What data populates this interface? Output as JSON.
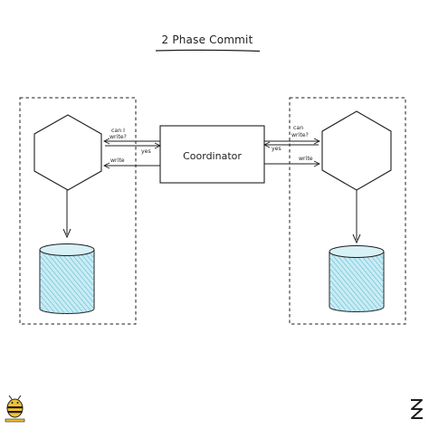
{
  "title": "2 Phase Commit",
  "coordinator": {
    "label": "Coordinator"
  },
  "left_messages": {
    "request": [
      "can I",
      "write?"
    ],
    "response": "yes",
    "command": "write"
  },
  "right_messages": {
    "request": [
      "can",
      "write?"
    ],
    "response": "yes",
    "command": "write"
  },
  "colors": {
    "stroke": "#1e1e1e",
    "database_fill": "#a5d8e6",
    "database_hatch": "#57b6cf",
    "logo_yellow": "#f2c230"
  },
  "icons": {
    "participant_node": "hexagon-icon",
    "storage": "database-cylinder-icon",
    "bottom_left_logo": "bee-logo-icon",
    "bottom_right_logo": "z-logo-icon"
  }
}
